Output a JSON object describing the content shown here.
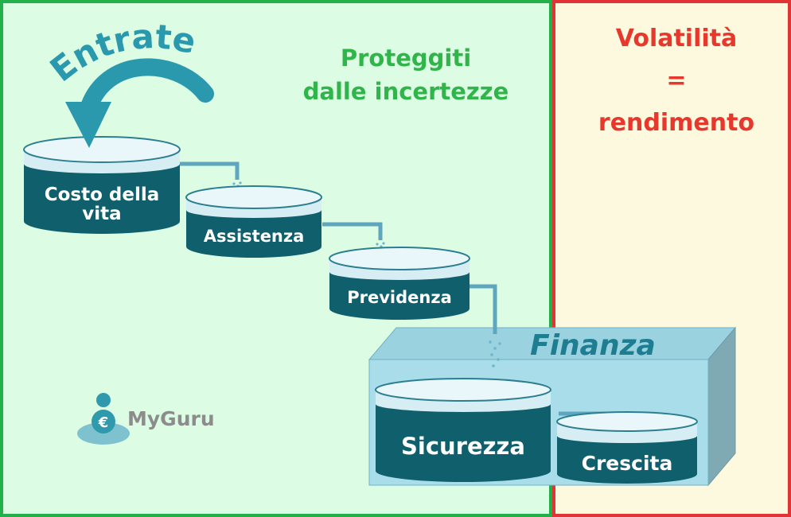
{
  "heading_left": [
    "Proteggiti",
    "dalle incertezze"
  ],
  "heading_right": [
    "Volatilità",
    "=",
    "rendimento"
  ],
  "arrow_label": "Entrate",
  "box_label": "Finanza",
  "buckets": {
    "costo": [
      "Costo della",
      "vita"
    ],
    "assistenza": "Assistenza",
    "previdenza": "Previdenza",
    "sicurezza": "Sicurezza",
    "crescita": "Crescita"
  },
  "logo": {
    "text": "MyGuru",
    "symbol": "€"
  },
  "colors": {
    "left_bg": "#dcfde4",
    "left_border": "#22b04b",
    "right_bg": "#fdf9df",
    "right_border": "#e23434",
    "water": "#0f5f6c",
    "pipe": "#5ea6be",
    "arrow": "#2a99ae"
  }
}
